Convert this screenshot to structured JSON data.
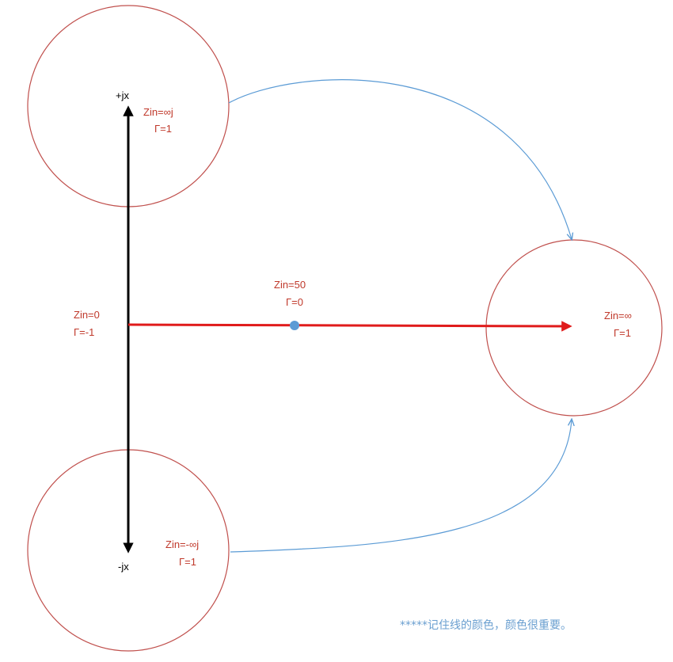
{
  "labels": {
    "top_axis": "+jx",
    "bottom_axis": "-jx",
    "top_circle_zin": "Zin=∞j",
    "top_circle_gamma": "Γ=1",
    "left_zin": "Zin=0",
    "left_gamma": "Γ=-1",
    "center_zin": "Zin=50",
    "center_gamma": "Γ=0",
    "right_zin": "Zin=∞",
    "right_gamma": "Γ=1",
    "bottom_circle_zin": "Zin=-∞j",
    "bottom_circle_gamma": "Γ=1"
  },
  "note": "*****记住线的颜色，颜色很重要。",
  "colors": {
    "circle": "#c0504d",
    "real_axis": "#e01b1b",
    "imag_axis": "#000000",
    "curve": "#5b9bd5",
    "point": "#5b9bd5",
    "label_red": "#c0392b",
    "note": "#6a9fd0"
  }
}
